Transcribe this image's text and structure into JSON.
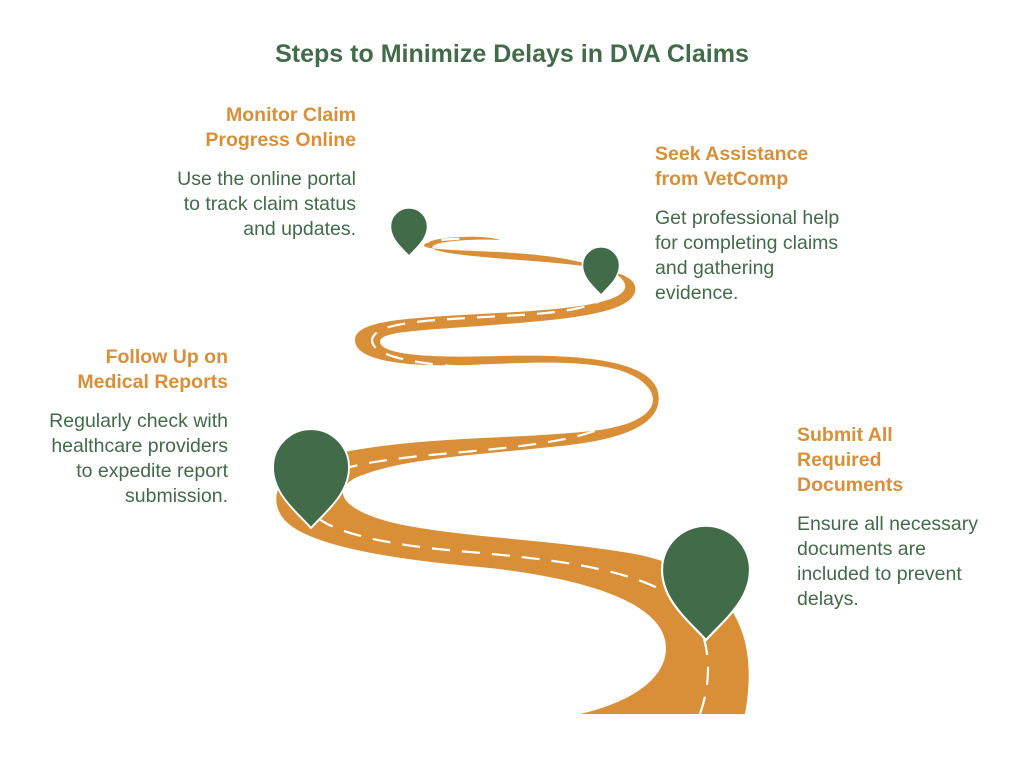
{
  "title": "Steps to Minimize Delays in DVA Claims",
  "colors": {
    "title": "#426b49",
    "heading": "#d98f38",
    "description": "#426b49",
    "road": "#d98f38",
    "road_marking": "#ffffff",
    "pin": "#426b49"
  },
  "steps": [
    {
      "heading": "Monitor Claim Progress Online",
      "heading_lines": [
        "Monitor Claim",
        "Progress Online"
      ],
      "description_lines": [
        "Use the online portal",
        "to track claim status",
        "and updates."
      ],
      "pin_icon": "map-pin-icon"
    },
    {
      "heading": "Seek Assistance from VetComp",
      "heading_lines": [
        "Seek Assistance",
        "from VetComp"
      ],
      "description_lines": [
        "Get professional help",
        "for completing claims",
        "and gathering",
        "evidence."
      ],
      "pin_icon": "map-pin-icon"
    },
    {
      "heading": "Follow Up on Medical Reports",
      "heading_lines": [
        "Follow Up on",
        "Medical Reports"
      ],
      "description_lines": [
        "Regularly check with",
        "healthcare providers",
        "to expedite report",
        "submission."
      ],
      "pin_icon": "map-pin-icon"
    },
    {
      "heading": "Submit All Required Documents",
      "heading_lines": [
        "Submit All",
        "Required",
        "Documents"
      ],
      "description_lines": [
        "Ensure all necessary",
        "documents are",
        "included to prevent",
        "delays."
      ],
      "pin_icon": "map-pin-icon"
    }
  ]
}
